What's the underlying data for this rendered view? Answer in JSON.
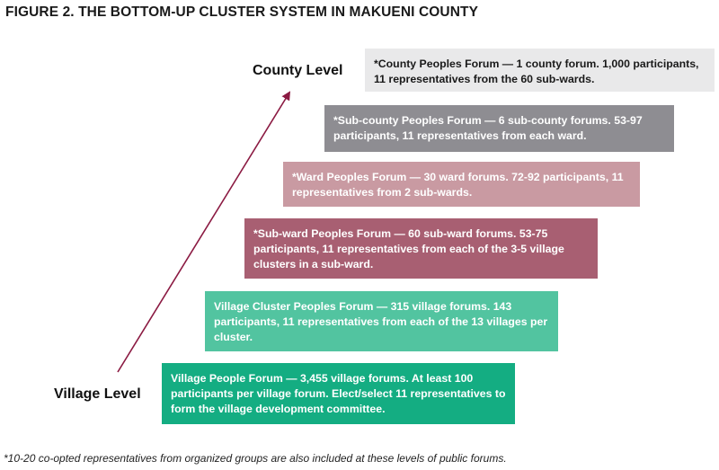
{
  "figure_title": "FIGURE 2. THE BOTTOM-UP CLUSTER SYSTEM IN MAKUENI COUNTY",
  "levels": {
    "top": "County Level",
    "bottom": "Village Level"
  },
  "tiers": [
    {
      "text": "*County Peoples Forum — 1 county forum. 1,000 participants, 11 representatives from the 60 sub-wards.",
      "color": "#e9e9ea"
    },
    {
      "text": "*Sub-county Peoples Forum — 6 sub-county forums. 53-97 participants, 11 representatives from each ward.",
      "color": "#8e8d92"
    },
    {
      "text": "*Ward Peoples Forum — 30 ward forums. 72-92 participants, 11 representatives from 2 sub-wards.",
      "color": "#c99aa2"
    },
    {
      "text": "*Sub-ward Peoples Forum — 60 sub-ward forums. 53-75 participants, 11 representatives from each of the 3-5 village clusters in a sub-ward.",
      "color": "#a85f72"
    },
    {
      "text": "Village Cluster Peoples Forum — 315 village forums. 143 participants, 11 representatives from each of the 13 villages per cluster.",
      "color": "#52c4a0"
    },
    {
      "text": "Village People Forum — 3,455 village forums. At least 100 participants per village forum. Elect/select 11 representatives to form the village development committee.",
      "color": "#14ad82"
    }
  ],
  "arrow_color": "#8b1a42",
  "footnote": "*10-20 co-opted representatives from organized groups are also included at these levels of public forums."
}
